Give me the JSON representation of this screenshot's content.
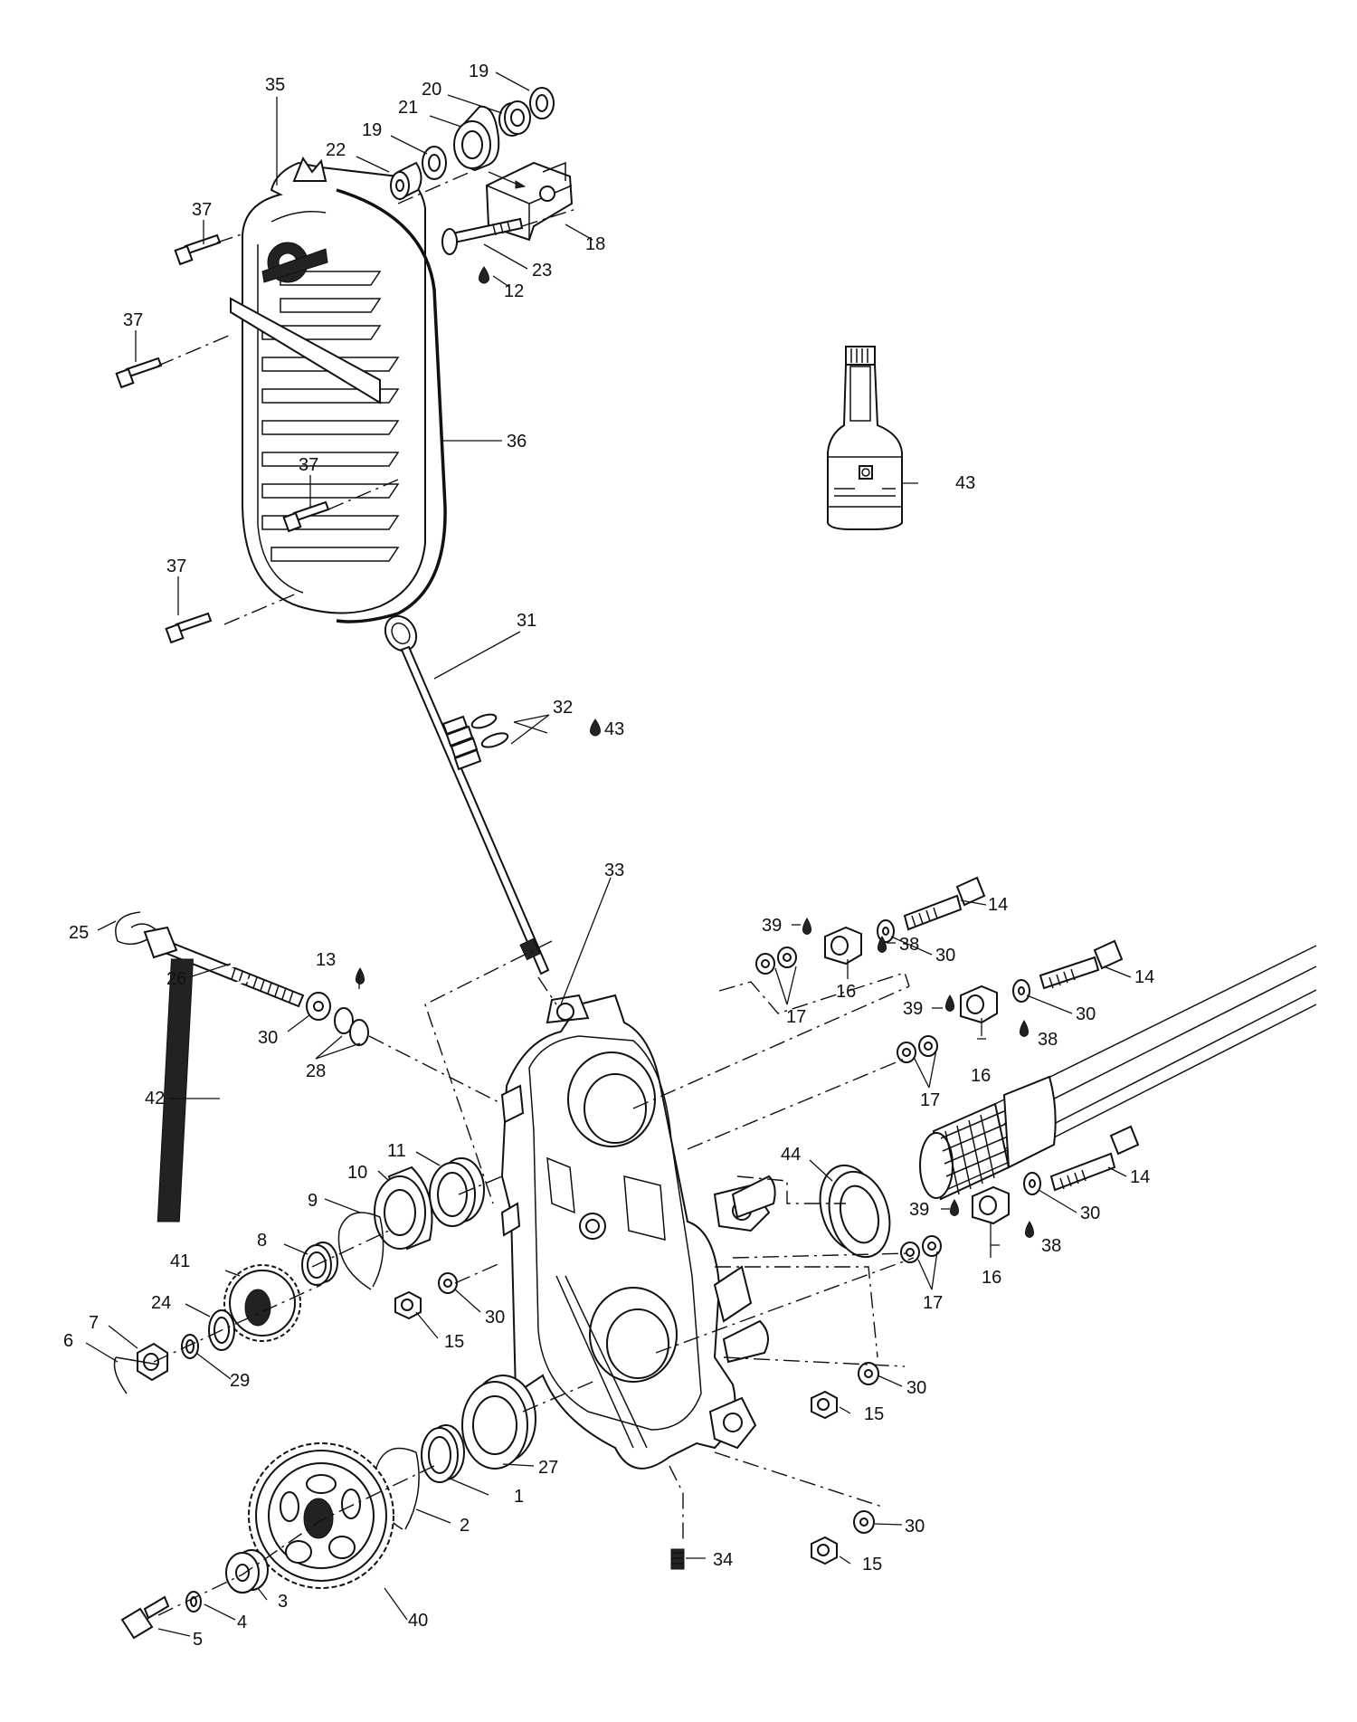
{
  "callouts": [
    {
      "id": "c35",
      "label": "35"
    },
    {
      "id": "c19a",
      "label": "19"
    },
    {
      "id": "c20",
      "label": "20"
    },
    {
      "id": "c21",
      "label": "21"
    },
    {
      "id": "c19b",
      "label": "19"
    },
    {
      "id": "c22",
      "label": "22"
    },
    {
      "id": "c18",
      "label": "18"
    },
    {
      "id": "c23",
      "label": "23"
    },
    {
      "id": "c12",
      "label": "12"
    },
    {
      "id": "c37a",
      "label": "37"
    },
    {
      "id": "c37b",
      "label": "37"
    },
    {
      "id": "c37c",
      "label": "37"
    },
    {
      "id": "c37d",
      "label": "37"
    },
    {
      "id": "c36",
      "label": "36"
    },
    {
      "id": "c43a",
      "label": "43"
    },
    {
      "id": "c31",
      "label": "31"
    },
    {
      "id": "c32",
      "label": "32"
    },
    {
      "id": "c43b",
      "label": "43"
    },
    {
      "id": "c33",
      "label": "33"
    },
    {
      "id": "c14a",
      "label": "14"
    },
    {
      "id": "c30a",
      "label": "30"
    },
    {
      "id": "c39a",
      "label": "39"
    },
    {
      "id": "c38a",
      "label": "38"
    },
    {
      "id": "c16a",
      "label": "16"
    },
    {
      "id": "c17a",
      "label": "17"
    },
    {
      "id": "c14b",
      "label": "14"
    },
    {
      "id": "c30b",
      "label": "30"
    },
    {
      "id": "c39b",
      "label": "39"
    },
    {
      "id": "c38b",
      "label": "38"
    },
    {
      "id": "c16b",
      "label": "16"
    },
    {
      "id": "c17b",
      "label": "17"
    },
    {
      "id": "c14c",
      "label": "14"
    },
    {
      "id": "c30c",
      "label": "30"
    },
    {
      "id": "c39c",
      "label": "39"
    },
    {
      "id": "c38c",
      "label": "38"
    },
    {
      "id": "c16c",
      "label": "16"
    },
    {
      "id": "c17c",
      "label": "17"
    },
    {
      "id": "c44",
      "label": "44"
    },
    {
      "id": "c25",
      "label": "25"
    },
    {
      "id": "c26",
      "label": "26"
    },
    {
      "id": "c13",
      "label": "13"
    },
    {
      "id": "c30d",
      "label": "30"
    },
    {
      "id": "c28",
      "label": "28"
    },
    {
      "id": "c42",
      "label": "42"
    },
    {
      "id": "c11",
      "label": "11"
    },
    {
      "id": "c10",
      "label": "10"
    },
    {
      "id": "c9",
      "label": "9"
    },
    {
      "id": "c8",
      "label": "8"
    },
    {
      "id": "c41",
      "label": "41"
    },
    {
      "id": "c30e",
      "label": "30"
    },
    {
      "id": "c15a",
      "label": "15"
    },
    {
      "id": "c24",
      "label": "24"
    },
    {
      "id": "c7",
      "label": "7"
    },
    {
      "id": "c6",
      "label": "6"
    },
    {
      "id": "c29",
      "label": "29"
    },
    {
      "id": "c30f",
      "label": "30"
    },
    {
      "id": "c15b",
      "label": "15"
    },
    {
      "id": "c27",
      "label": "27"
    },
    {
      "id": "c1",
      "label": "1"
    },
    {
      "id": "c2",
      "label": "2"
    },
    {
      "id": "c34",
      "label": "34"
    },
    {
      "id": "c30g",
      "label": "30"
    },
    {
      "id": "c15c",
      "label": "15"
    },
    {
      "id": "c3",
      "label": "3"
    },
    {
      "id": "c4",
      "label": "4"
    },
    {
      "id": "c40",
      "label": "40"
    },
    {
      "id": "c5",
      "label": "5"
    }
  ]
}
